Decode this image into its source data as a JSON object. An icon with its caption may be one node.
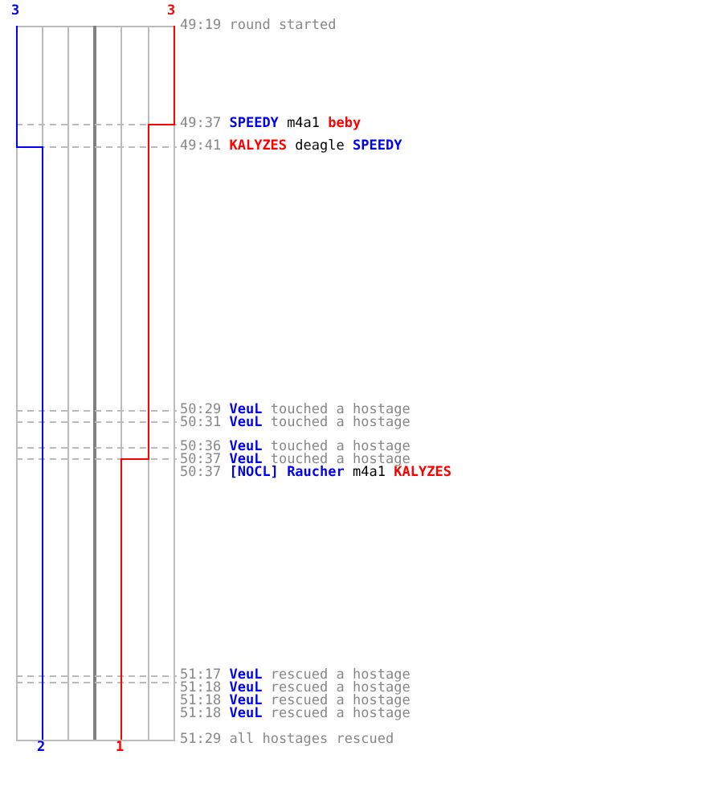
{
  "diagram": {
    "labels": [
      "3",
      "3",
      "49:19 round started",
      "49:37 SPEEDY m4a1 beby",
      "49:41 KALYZES deagle SPEEDY",
      "50:29 VeuL touched a hostage",
      "50:31 VeuL touched a hostage",
      "50:36 VeuL touched a hostage",
      "50:37 VeuL touched a hostage",
      "50:37 [NOCL] Raucher m4a1 KALYZES",
      "51:17 VeuL rescued a hostage",
      "51:18 VeuL rescued a hostage",
      "51:18 VeuL rescued a hostage",
      "51:18 VeuL rescued a hostage",
      "51:29 all hostages rescued",
      "2",
      "1"
    ]
  }
}
